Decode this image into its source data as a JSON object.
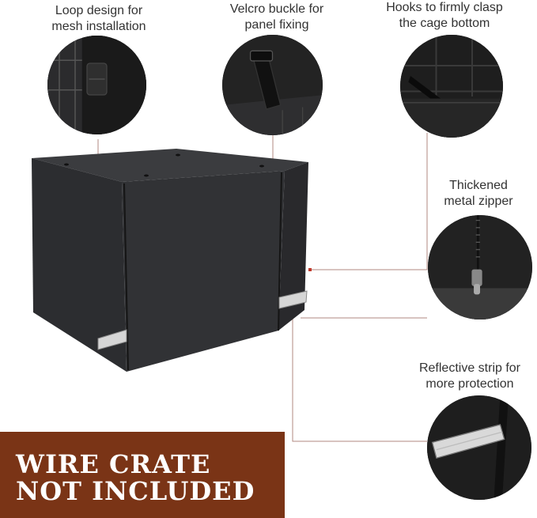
{
  "callouts": {
    "loop": [
      "Loop design for",
      "mesh installation"
    ],
    "velcro": [
      "Velcro buckle for",
      "panel fixing"
    ],
    "hooks": [
      "Hooks to firmly clasp",
      "the cage bottom"
    ],
    "zipper": [
      "Thickened",
      "metal zipper"
    ],
    "reflective": [
      "Reflective strip for",
      "more protection"
    ]
  },
  "banner": {
    "line1": "WIRE CRATE",
    "line2": "NOT INCLUDED"
  },
  "colors": {
    "banner": "#7a3416",
    "fabric": "#2e2f31",
    "leader_line": "#b08a80"
  }
}
